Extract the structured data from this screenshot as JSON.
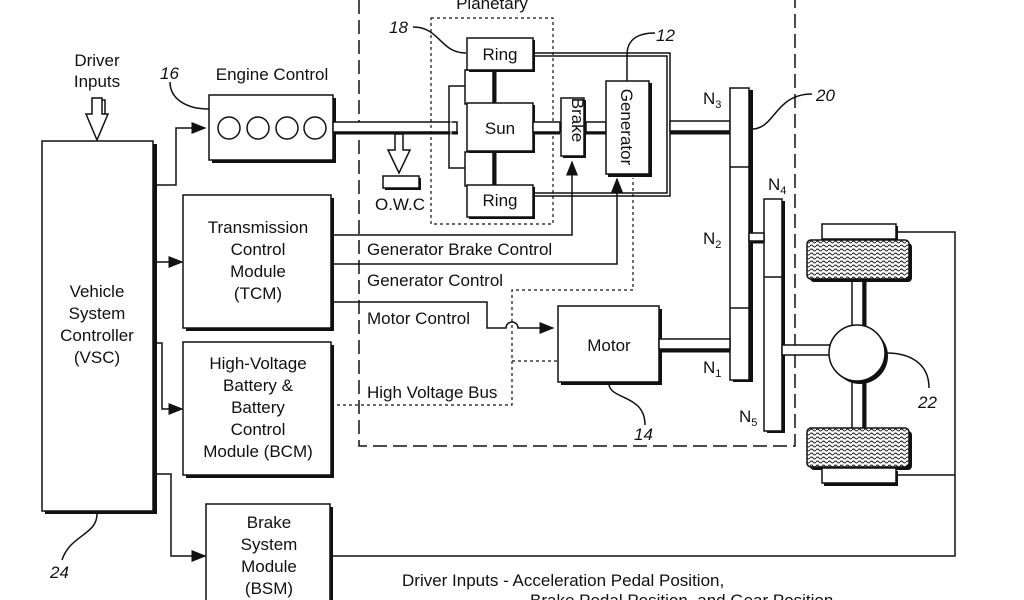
{
  "driver_inputs": {
    "line1": "Driver",
    "line2": "Inputs"
  },
  "engine": {
    "title": "Engine Control",
    "ref": "16"
  },
  "planetary": {
    "title": "Planetary",
    "ref": "18",
    "ring_top": "Ring",
    "sun": "Sun",
    "ring_bottom": "Ring",
    "brake": "Brake",
    "owc": "O.W.C"
  },
  "generator": {
    "label": "Generator",
    "ref": "12"
  },
  "gears": {
    "n1": "N",
    "n1_sub": "1",
    "n2": "N",
    "n2_sub": "2",
    "n3": "N",
    "n3_sub": "3",
    "n4": "N",
    "n4_sub": "4",
    "n5": "N",
    "n5_sub": "5",
    "ref": "20"
  },
  "vsc": {
    "lines": [
      "Vehicle",
      "System",
      "Controller",
      "(VSC)"
    ],
    "ref": "24"
  },
  "tcm": {
    "lines": [
      "Transmission",
      "Control",
      "Module",
      "(TCM)"
    ]
  },
  "bcm": {
    "lines": [
      "High-Voltage",
      "Battery &",
      "Battery",
      "Control",
      "Module (BCM)"
    ]
  },
  "bsm": {
    "lines": [
      "Brake",
      "System",
      "Module",
      "(BSM)"
    ]
  },
  "motor": {
    "label": "Motor",
    "ref": "14"
  },
  "axle": {
    "ref": "22"
  },
  "signals": {
    "generator_brake_control": "Generator Brake Control",
    "generator_control": "Generator Control",
    "motor_control": "Motor Control",
    "high_voltage_bus": "High Voltage Bus"
  },
  "footnote": {
    "line1": "Driver Inputs - Acceleration Pedal Position,",
    "line2": "Brake Pedal Position, and Gear Position"
  }
}
